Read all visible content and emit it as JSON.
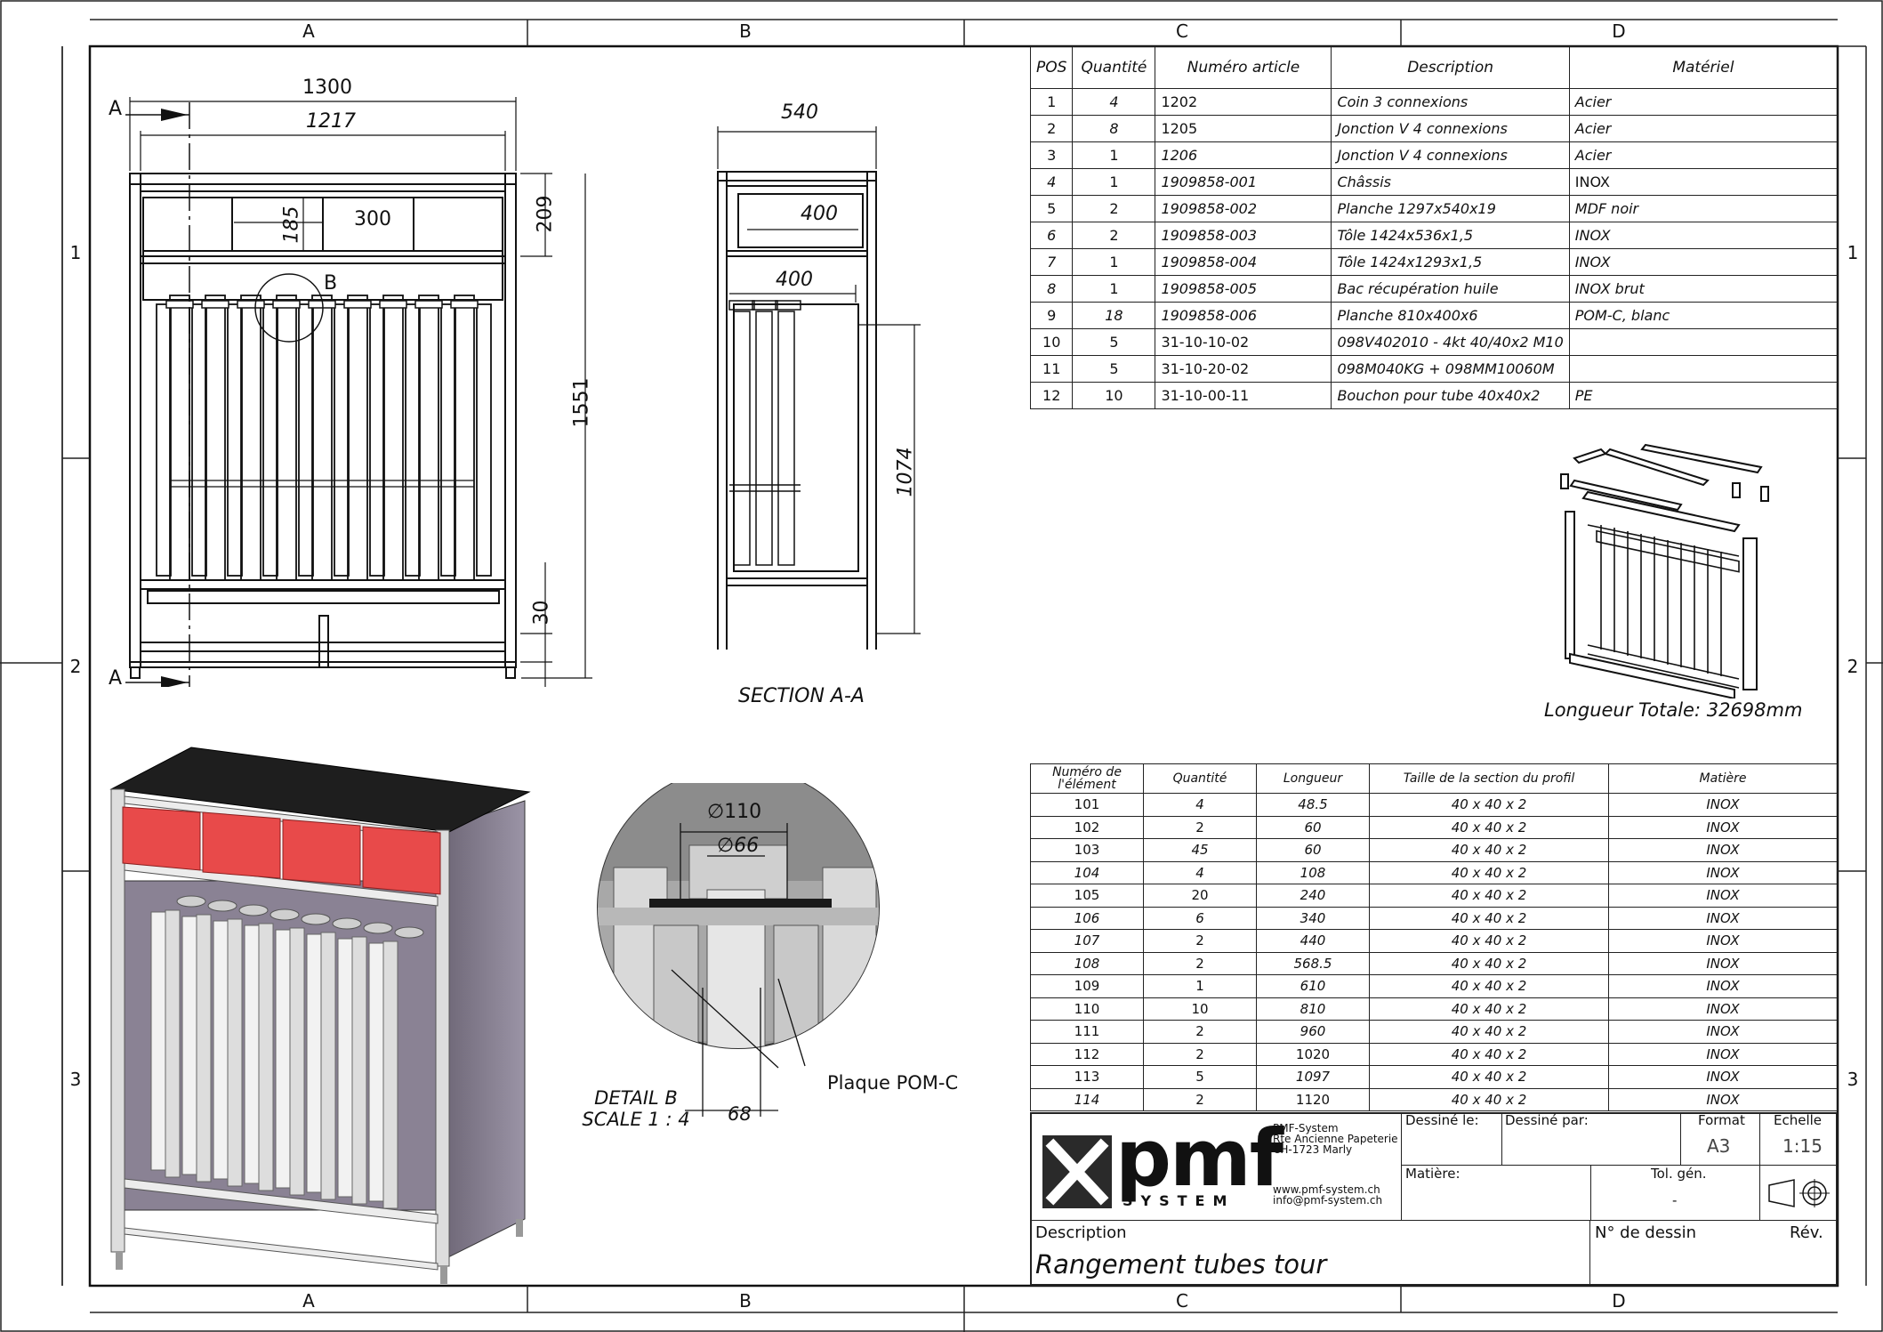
{
  "zones": {
    "columns": [
      "A",
      "B",
      "C",
      "D"
    ],
    "rows": [
      "1",
      "2",
      "3"
    ]
  },
  "front_view": {
    "section_marker": "A",
    "dims": {
      "overall_width": "1300",
      "inner_width": "1217",
      "drawer_w": "300",
      "drawer_h": "185",
      "top_h": "209",
      "total_h": "1551",
      "foot_h": "30"
    },
    "detail_marker": "B"
  },
  "section_view": {
    "title": "SECTION A-A",
    "dims": {
      "depth": "540",
      "drawer_d": "400",
      "tube_d": "400",
      "tube_h": "1074"
    }
  },
  "detail_view": {
    "title_line1": "DETAIL B",
    "title_line2": "SCALE 1 : 4",
    "dia_outer": "∅110",
    "dia_inner": "∅66",
    "dim_68": "68",
    "callout": "Plaque POM-C"
  },
  "iso_small": {
    "caption": "Longueur Totale: 32698mm"
  },
  "parts_table": {
    "headers": [
      "POS",
      "Quantité",
      "Numéro article",
      "Description",
      "Matériel"
    ],
    "rows": [
      [
        "1",
        "4",
        "1202",
        "Coin 3 connexions",
        "Acier"
      ],
      [
        "2",
        "8",
        "1205",
        "Jonction V 4 connexions",
        "Acier"
      ],
      [
        "3",
        "1",
        "1206",
        "Jonction V 4 connexions",
        "Acier"
      ],
      [
        "4",
        "1",
        "1909858-001",
        "Châssis",
        "INOX"
      ],
      [
        "5",
        "2",
        "1909858-002",
        "Planche 1297x540x19",
        "MDF noir"
      ],
      [
        "6",
        "2",
        "1909858-003",
        "Tôle 1424x536x1,5",
        "INOX"
      ],
      [
        "7",
        "1",
        "1909858-004",
        "Tôle 1424x1293x1,5",
        "INOX"
      ],
      [
        "8",
        "1",
        "1909858-005",
        "Bac récupération huile",
        "INOX brut"
      ],
      [
        "9",
        "18",
        "1909858-006",
        "Planche 810x400x6",
        "POM-C, blanc"
      ],
      [
        "10",
        "5",
        "31-10-10-02",
        "098V402010 - 4kt 40/40x2 M10",
        ""
      ],
      [
        "11",
        "5",
        "31-10-20-02",
        "098M040KG + 098MM10060M",
        ""
      ],
      [
        "12",
        "10",
        "31-10-00-11",
        "Bouchon pour tube 40x40x2",
        "PE"
      ]
    ]
  },
  "cut_table": {
    "headers": [
      "Numéro de l'élément",
      "Quantité",
      "Longueur",
      "Taille  de la section du profil",
      "Matière"
    ],
    "rows": [
      [
        "101",
        "4",
        "48.5",
        "40 x 40 x 2",
        "INOX"
      ],
      [
        "102",
        "2",
        "60",
        "40 x 40 x 2",
        "INOX"
      ],
      [
        "103",
        "45",
        "60",
        "40 x 40 x 2",
        "INOX"
      ],
      [
        "104",
        "4",
        "108",
        "40 x 40 x 2",
        "INOX"
      ],
      [
        "105",
        "20",
        "240",
        "40 x 40 x 2",
        "INOX"
      ],
      [
        "106",
        "6",
        "340",
        "40 x 40 x 2",
        "INOX"
      ],
      [
        "107",
        "2",
        "440",
        "40 x 40 x 2",
        "INOX"
      ],
      [
        "108",
        "2",
        "568.5",
        "40 x 40 x 2",
        "INOX"
      ],
      [
        "109",
        "1",
        "610",
        "40 x 40 x 2",
        "INOX"
      ],
      [
        "110",
        "10",
        "810",
        "40 x 40 x 2",
        "INOX"
      ],
      [
        "111",
        "2",
        "960",
        "40 x 40 x 2",
        "INOX"
      ],
      [
        "112",
        "2",
        "1020",
        "40 x 40 x 2",
        "INOX"
      ],
      [
        "113",
        "5",
        "1097",
        "40 x 40 x 2",
        "INOX"
      ],
      [
        "114",
        "2",
        "1120",
        "40 x 40 x 2",
        "INOX"
      ]
    ]
  },
  "title_block": {
    "logo_main": "pmf",
    "logo_sub": "SYSTEM",
    "company": "PMF-System",
    "address1": "Rte Ancienne Papeterie",
    "address2": "CH-1723 Marly",
    "web": "www.pmf-system.ch",
    "email": "info@pmf-system.ch",
    "dessine_le": "Dessiné le:",
    "dessine_par": "Dessiné par:",
    "format_label": "Format",
    "format_value": "A3",
    "echelle_label": "Echelle",
    "echelle_value": "1:15",
    "matiere_label": "Matière:",
    "tol_label": "Tol. gén.",
    "tol_value": "-",
    "description_label": "Description",
    "description_value": "Rangement tubes tour",
    "dessin_label": "N° de dessin",
    "rev_label": "Rév."
  },
  "colors": {
    "drawer_red": "#e84a4a",
    "panel_purple": "#8a8294",
    "top_black": "#1e1e1e"
  }
}
